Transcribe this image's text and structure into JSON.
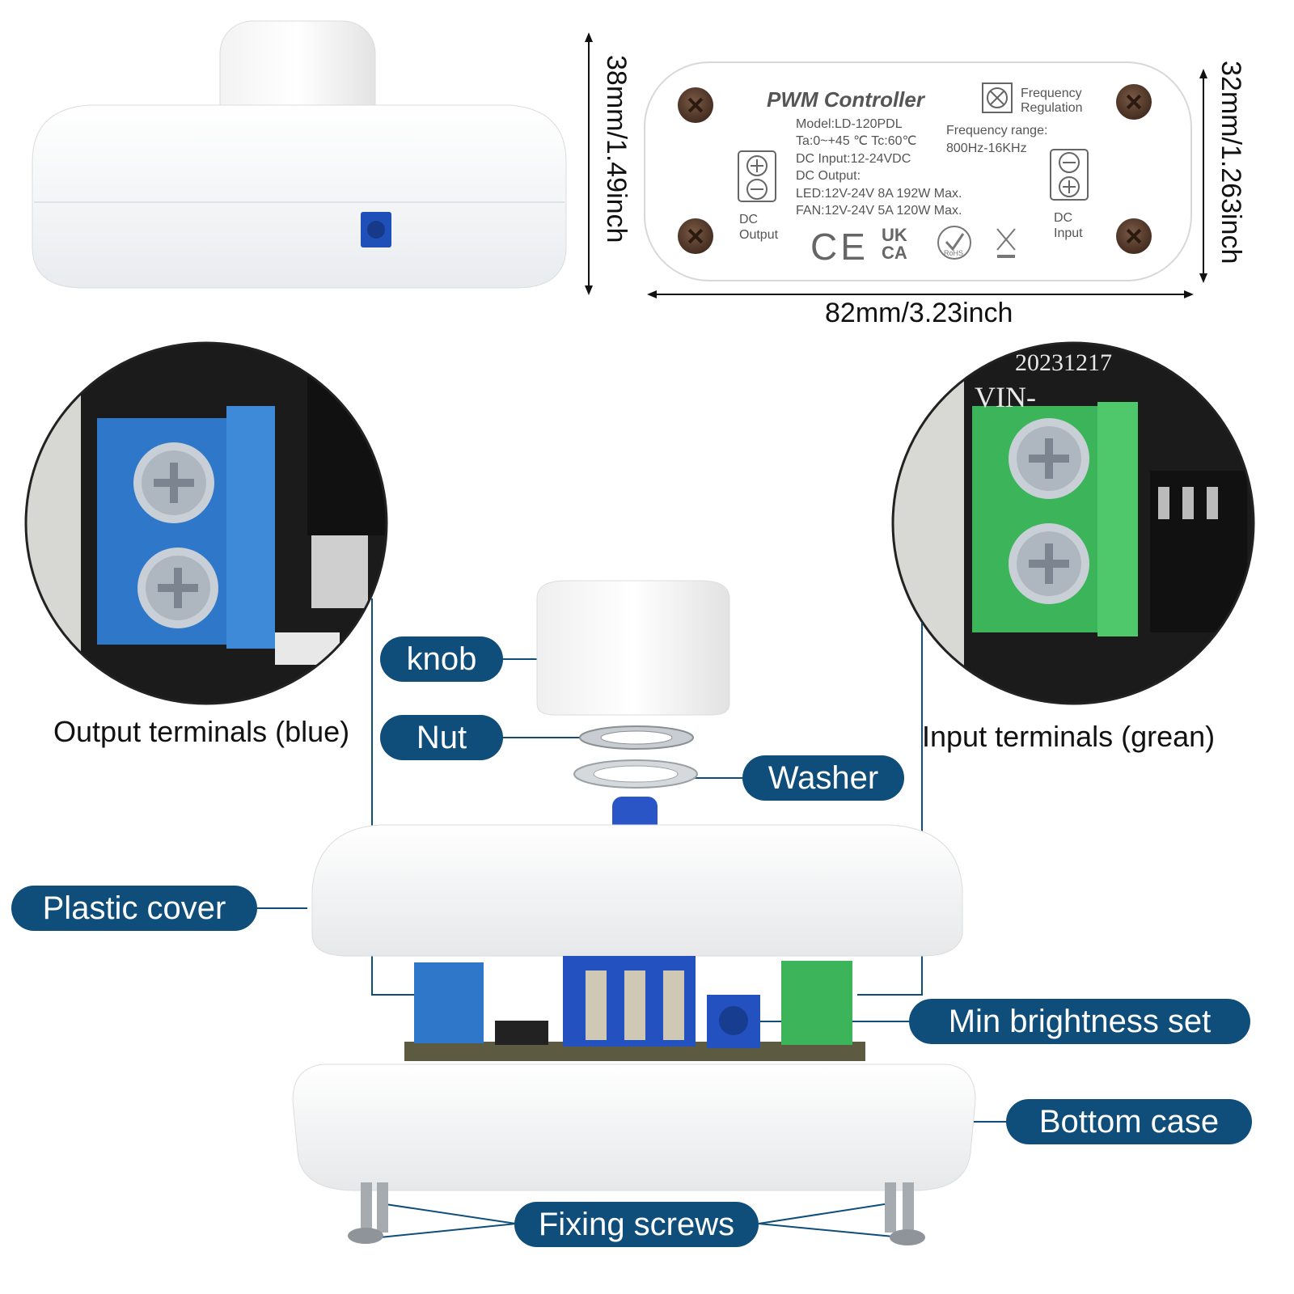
{
  "dimensions": {
    "height": "38mm/1.49inch",
    "width": "82mm/3.23inch",
    "depth": "32mm/1.263inch"
  },
  "product_label": {
    "title": "PWM Controller",
    "frequency_regulation_line1": "Frequency",
    "frequency_regulation_line2": "Regulation",
    "model": "Model:LD-120PDL",
    "temp": "Ta:0~+45 ℃ Tc:60℃",
    "dc_input_spec": "DC Input:12-24VDC",
    "dc_output_spec": "DC Output:",
    "led_spec": "LED:12V-24V 8A 192W Max.",
    "fan_spec": "FAN:12V-24V 5A 120W Max.",
    "freq_range_label": "Frequency range:",
    "freq_range_value": "800Hz-16KHz",
    "dc_output_line1": "DC",
    "dc_output_line2": "Output",
    "dc_input_line1": "DC",
    "dc_input_line2": "Input",
    "ce_mark": "CE",
    "ukca_line1": "UK",
    "ukca_line2": "CA",
    "rohs_mark": "RoHS"
  },
  "zoom_details": {
    "output_caption": "Output terminals (blue)",
    "input_caption": "Input terminals (grean)",
    "pcb_date": "20231217",
    "pcb_vin": "VIN-"
  },
  "parts": {
    "knob": "knob",
    "nut": "Nut",
    "washer": "Washer",
    "plastic_cover": "Plastic cover",
    "min_brightness": "Min brightness set",
    "bottom_case": "Bottom case",
    "fixing_screws": "Fixing screws"
  },
  "colors": {
    "label_pill": "#0f4d7a",
    "output_terminal": "#2f78c9",
    "input_terminal": "#3cb55a",
    "pcb": "#1a1a1a"
  }
}
